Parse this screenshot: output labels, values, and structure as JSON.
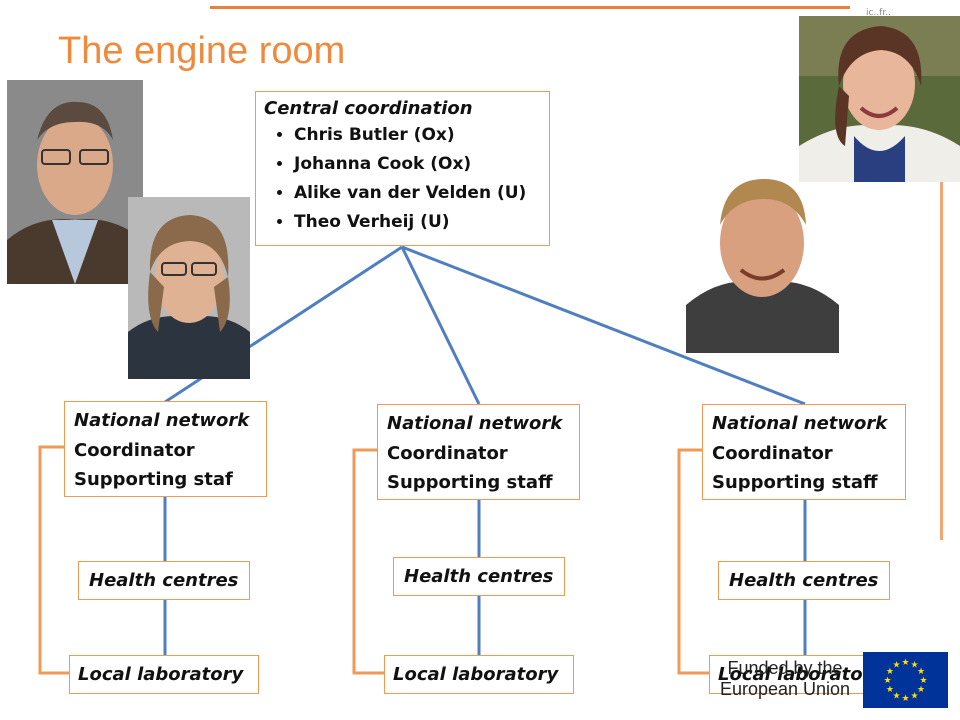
{
  "slide": {
    "title": "The engine room",
    "corner_text": "ic..fr.."
  },
  "central": {
    "header": "Central coordination",
    "members": [
      "Chris Butler  (Ox)",
      "Johanna Cook (Ox)",
      "Alike van der Velden (U)",
      "Theo Verheij (U)"
    ]
  },
  "branches": [
    {
      "national_header": "National network",
      "coordinator": "Coordinator",
      "staff": "Supporting staf",
      "health": "Health centres",
      "lab": "Local laboratory"
    },
    {
      "national_header": "National network",
      "coordinator": "Coordinator",
      "staff": "Supporting staff",
      "health": "Health centres",
      "lab": "Local laboratory"
    },
    {
      "national_header": "National network",
      "coordinator": "Coordinator",
      "staff": "Supporting staff",
      "health": "Health centres",
      "lab": "Local laboratory"
    }
  ],
  "eu": {
    "line1": "Funded by the",
    "line2": "European Union"
  },
  "colors": {
    "accent": "#ef8a3c",
    "connector": "#4f7fc0",
    "bracket": "#ef9a55",
    "flag": "#003399",
    "star": "#ffdd00"
  }
}
